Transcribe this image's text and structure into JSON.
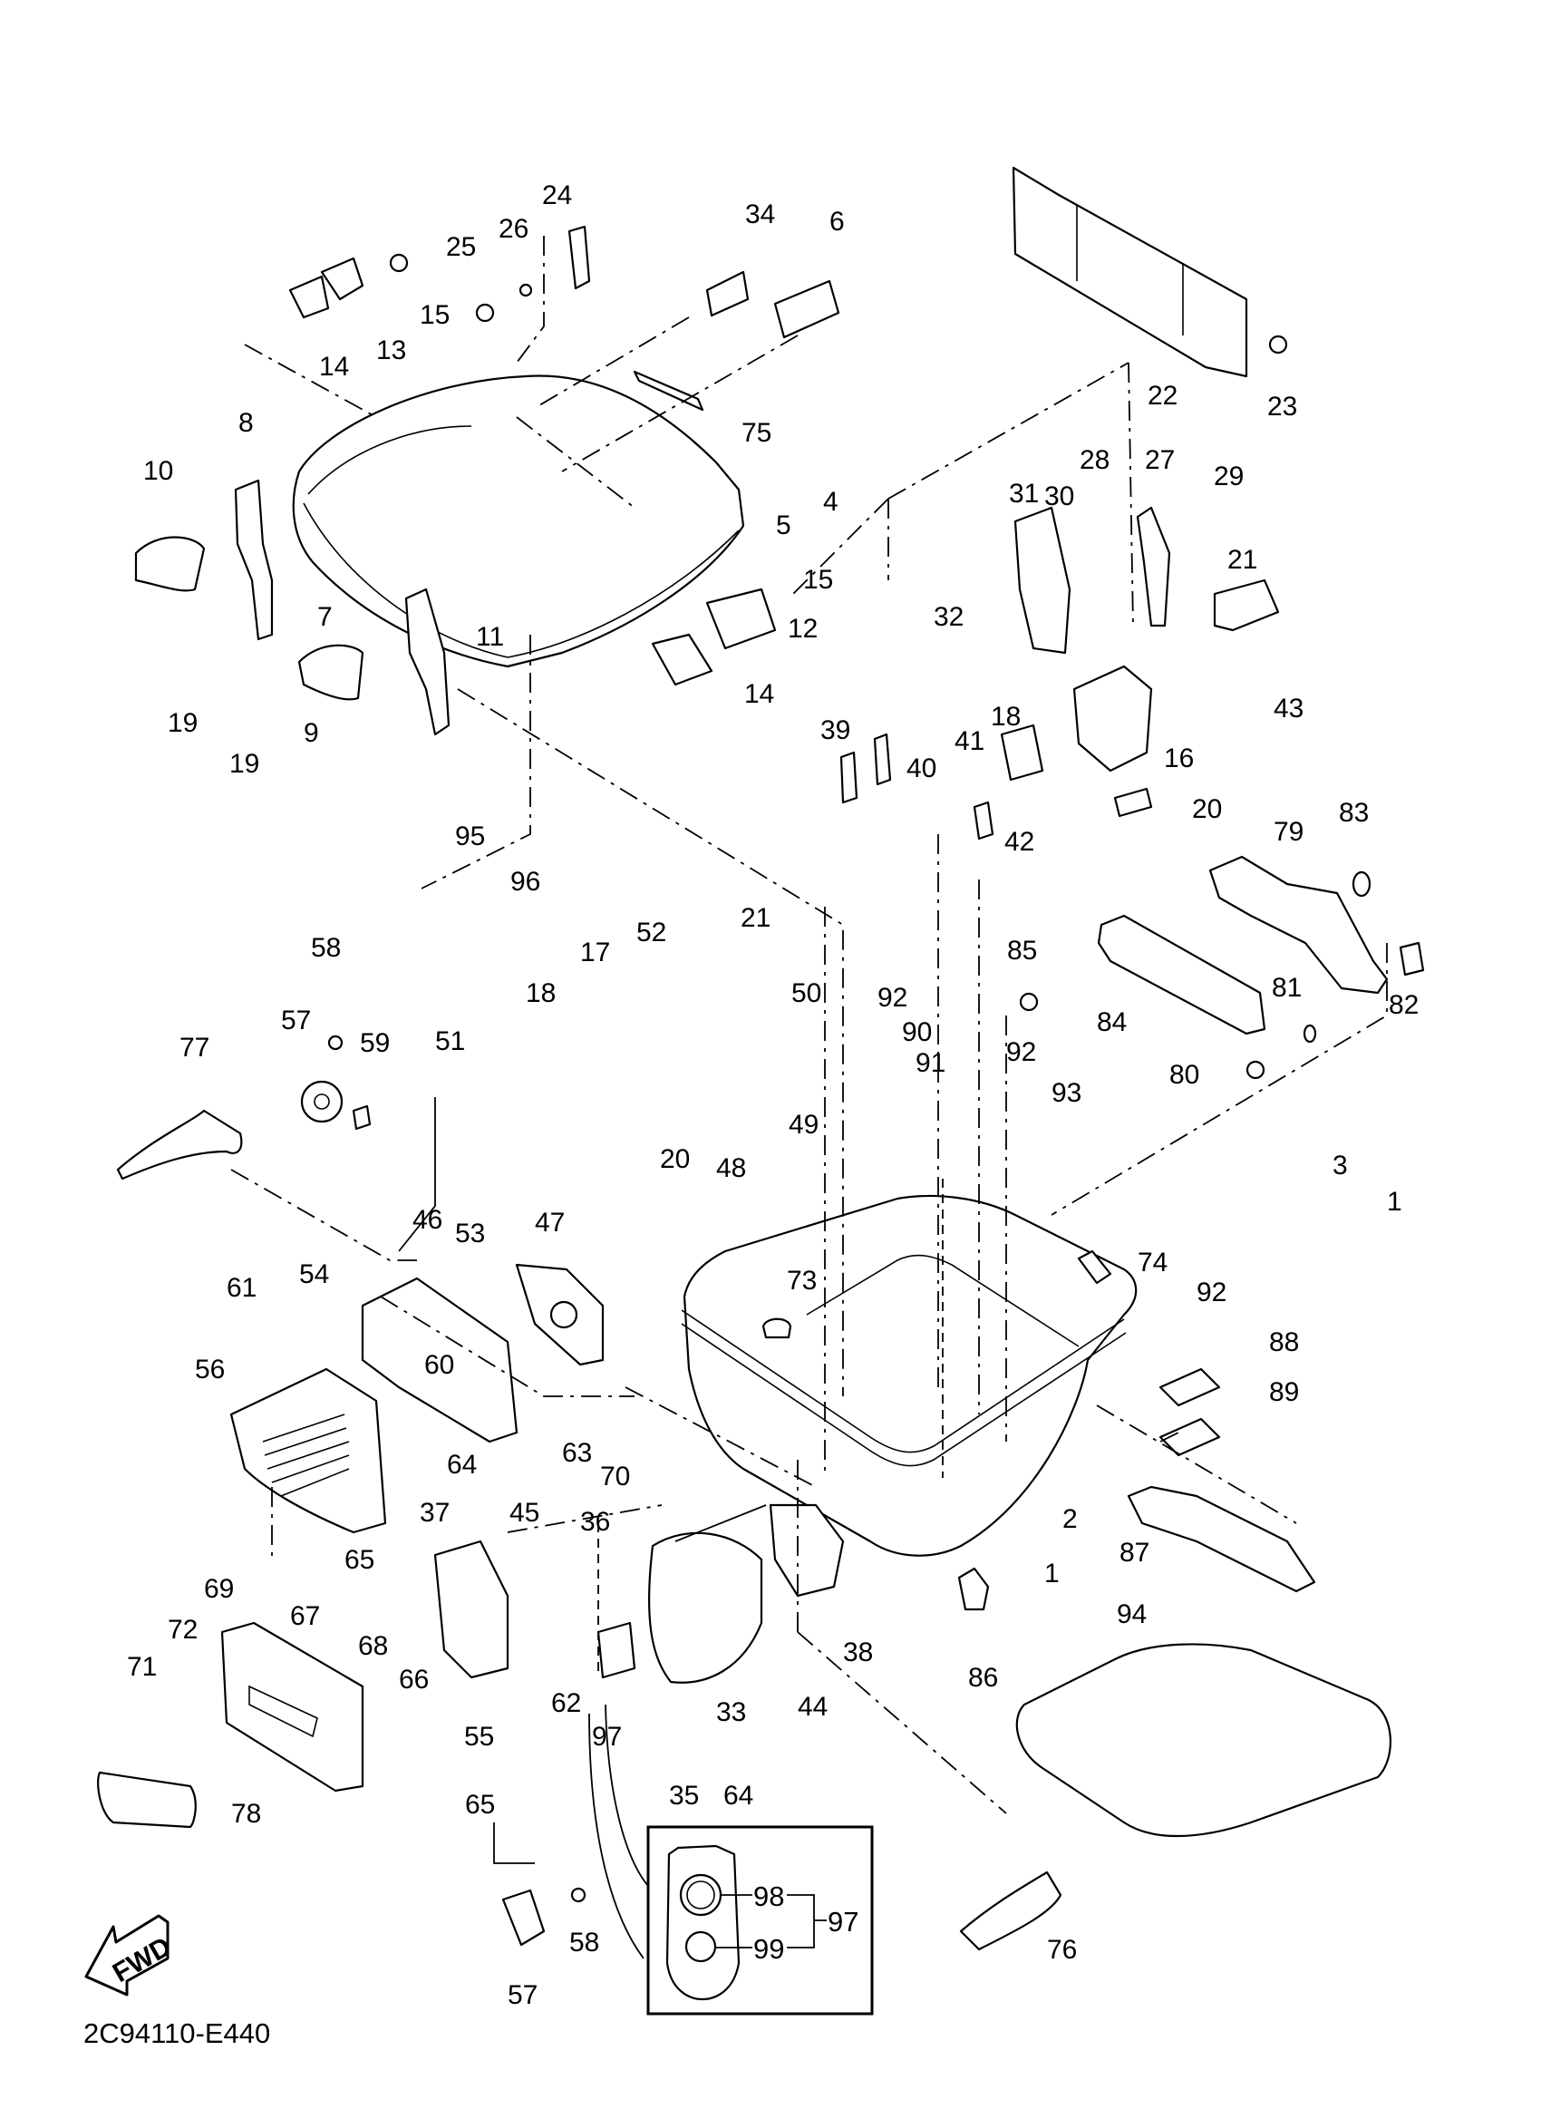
{
  "diagram": {
    "title": "Top case / trunk exploded parts diagram",
    "reference_code": "2C94110-E440",
    "direction_marker": {
      "label": "FWD",
      "icon": "forward-arrow-icon"
    },
    "inset": {
      "subassembly_label": "97",
      "items": [
        "98",
        "99"
      ]
    },
    "callouts": [
      {
        "id": "c24",
        "label": "24"
      },
      {
        "id": "c34",
        "label": "34"
      },
      {
        "id": "c6",
        "label": "6"
      },
      {
        "id": "c25",
        "label": "25"
      },
      {
        "id": "c26",
        "label": "26"
      },
      {
        "id": "c15a",
        "label": "15"
      },
      {
        "id": "c14a",
        "label": "14"
      },
      {
        "id": "c13",
        "label": "13"
      },
      {
        "id": "c22",
        "label": "22"
      },
      {
        "id": "c23",
        "label": "23"
      },
      {
        "id": "c75",
        "label": "75"
      },
      {
        "id": "c8",
        "label": "8"
      },
      {
        "id": "c10",
        "label": "10"
      },
      {
        "id": "c28",
        "label": "28"
      },
      {
        "id": "c30",
        "label": "30"
      },
      {
        "id": "c27",
        "label": "27"
      },
      {
        "id": "c29",
        "label": "29"
      },
      {
        "id": "c31",
        "label": "31"
      },
      {
        "id": "c4",
        "label": "4"
      },
      {
        "id": "c5",
        "label": "5"
      },
      {
        "id": "c15b",
        "label": "15"
      },
      {
        "id": "c21a",
        "label": "21"
      },
      {
        "id": "c12",
        "label": "12"
      },
      {
        "id": "c7",
        "label": "7"
      },
      {
        "id": "c11",
        "label": "11"
      },
      {
        "id": "c32",
        "label": "32"
      },
      {
        "id": "c14b",
        "label": "14"
      },
      {
        "id": "c9",
        "label": "9"
      },
      {
        "id": "c19a",
        "label": "19"
      },
      {
        "id": "c19b",
        "label": "19"
      },
      {
        "id": "c18a",
        "label": "18"
      },
      {
        "id": "c43",
        "label": "43"
      },
      {
        "id": "c16",
        "label": "16"
      },
      {
        "id": "c39",
        "label": "39"
      },
      {
        "id": "c41",
        "label": "41"
      },
      {
        "id": "c40",
        "label": "40"
      },
      {
        "id": "c20a",
        "label": "20"
      },
      {
        "id": "c42",
        "label": "42"
      },
      {
        "id": "c83",
        "label": "83"
      },
      {
        "id": "c79",
        "label": "79"
      },
      {
        "id": "c95",
        "label": "95"
      },
      {
        "id": "c96",
        "label": "96"
      },
      {
        "id": "c85",
        "label": "85"
      },
      {
        "id": "c82",
        "label": "82"
      },
      {
        "id": "c81",
        "label": "81"
      },
      {
        "id": "c84",
        "label": "84"
      },
      {
        "id": "c80",
        "label": "80"
      },
      {
        "id": "c58a",
        "label": "58"
      },
      {
        "id": "c57a",
        "label": "57"
      },
      {
        "id": "c59",
        "label": "59"
      },
      {
        "id": "c77",
        "label": "77"
      },
      {
        "id": "c51",
        "label": "51"
      },
      {
        "id": "c18b",
        "label": "18"
      },
      {
        "id": "c17",
        "label": "17"
      },
      {
        "id": "c52",
        "label": "52"
      },
      {
        "id": "c21b",
        "label": "21"
      },
      {
        "id": "c50",
        "label": "50"
      },
      {
        "id": "c49",
        "label": "49"
      },
      {
        "id": "c48",
        "label": "48"
      },
      {
        "id": "c20b",
        "label": "20"
      },
      {
        "id": "c92a",
        "label": "92"
      },
      {
        "id": "c90",
        "label": "90"
      },
      {
        "id": "c91",
        "label": "91"
      },
      {
        "id": "c92b",
        "label": "92"
      },
      {
        "id": "c93",
        "label": "93"
      },
      {
        "id": "c3",
        "label": "3"
      },
      {
        "id": "c1a",
        "label": "1"
      },
      {
        "id": "c74",
        "label": "74"
      },
      {
        "id": "c92c",
        "label": "92"
      },
      {
        "id": "c88",
        "label": "88"
      },
      {
        "id": "c89",
        "label": "89"
      },
      {
        "id": "c73",
        "label": "73"
      },
      {
        "id": "c46",
        "label": "46"
      },
      {
        "id": "c53",
        "label": "53"
      },
      {
        "id": "c47",
        "label": "47"
      },
      {
        "id": "c54",
        "label": "54"
      },
      {
        "id": "c61",
        "label": "61"
      },
      {
        "id": "c56",
        "label": "56"
      },
      {
        "id": "c60",
        "label": "60"
      },
      {
        "id": "c64a",
        "label": "64"
      },
      {
        "id": "c63",
        "label": "63"
      },
      {
        "id": "c70",
        "label": "70"
      },
      {
        "id": "c2",
        "label": "2"
      },
      {
        "id": "c1b",
        "label": "1"
      },
      {
        "id": "c87",
        "label": "87"
      },
      {
        "id": "c37",
        "label": "37"
      },
      {
        "id": "c45",
        "label": "45"
      },
      {
        "id": "c36",
        "label": "36"
      },
      {
        "id": "c65a",
        "label": "65"
      },
      {
        "id": "c69",
        "label": "69"
      },
      {
        "id": "c67",
        "label": "67"
      },
      {
        "id": "c68",
        "label": "68"
      },
      {
        "id": "c66",
        "label": "66"
      },
      {
        "id": "c72",
        "label": "72"
      },
      {
        "id": "c71",
        "label": "71"
      },
      {
        "id": "c38",
        "label": "38"
      },
      {
        "id": "c44",
        "label": "44"
      },
      {
        "id": "c86",
        "label": "86"
      },
      {
        "id": "c94",
        "label": "94"
      },
      {
        "id": "c62",
        "label": "62"
      },
      {
        "id": "c33",
        "label": "33"
      },
      {
        "id": "c97a",
        "label": "97"
      },
      {
        "id": "c55",
        "label": "55"
      },
      {
        "id": "c35",
        "label": "35"
      },
      {
        "id": "c64b",
        "label": "64"
      },
      {
        "id": "c65b",
        "label": "65"
      },
      {
        "id": "c78",
        "label": "78"
      },
      {
        "id": "c76",
        "label": "76"
      },
      {
        "id": "c57b",
        "label": "57"
      },
      {
        "id": "c58b",
        "label": "58"
      }
    ]
  }
}
